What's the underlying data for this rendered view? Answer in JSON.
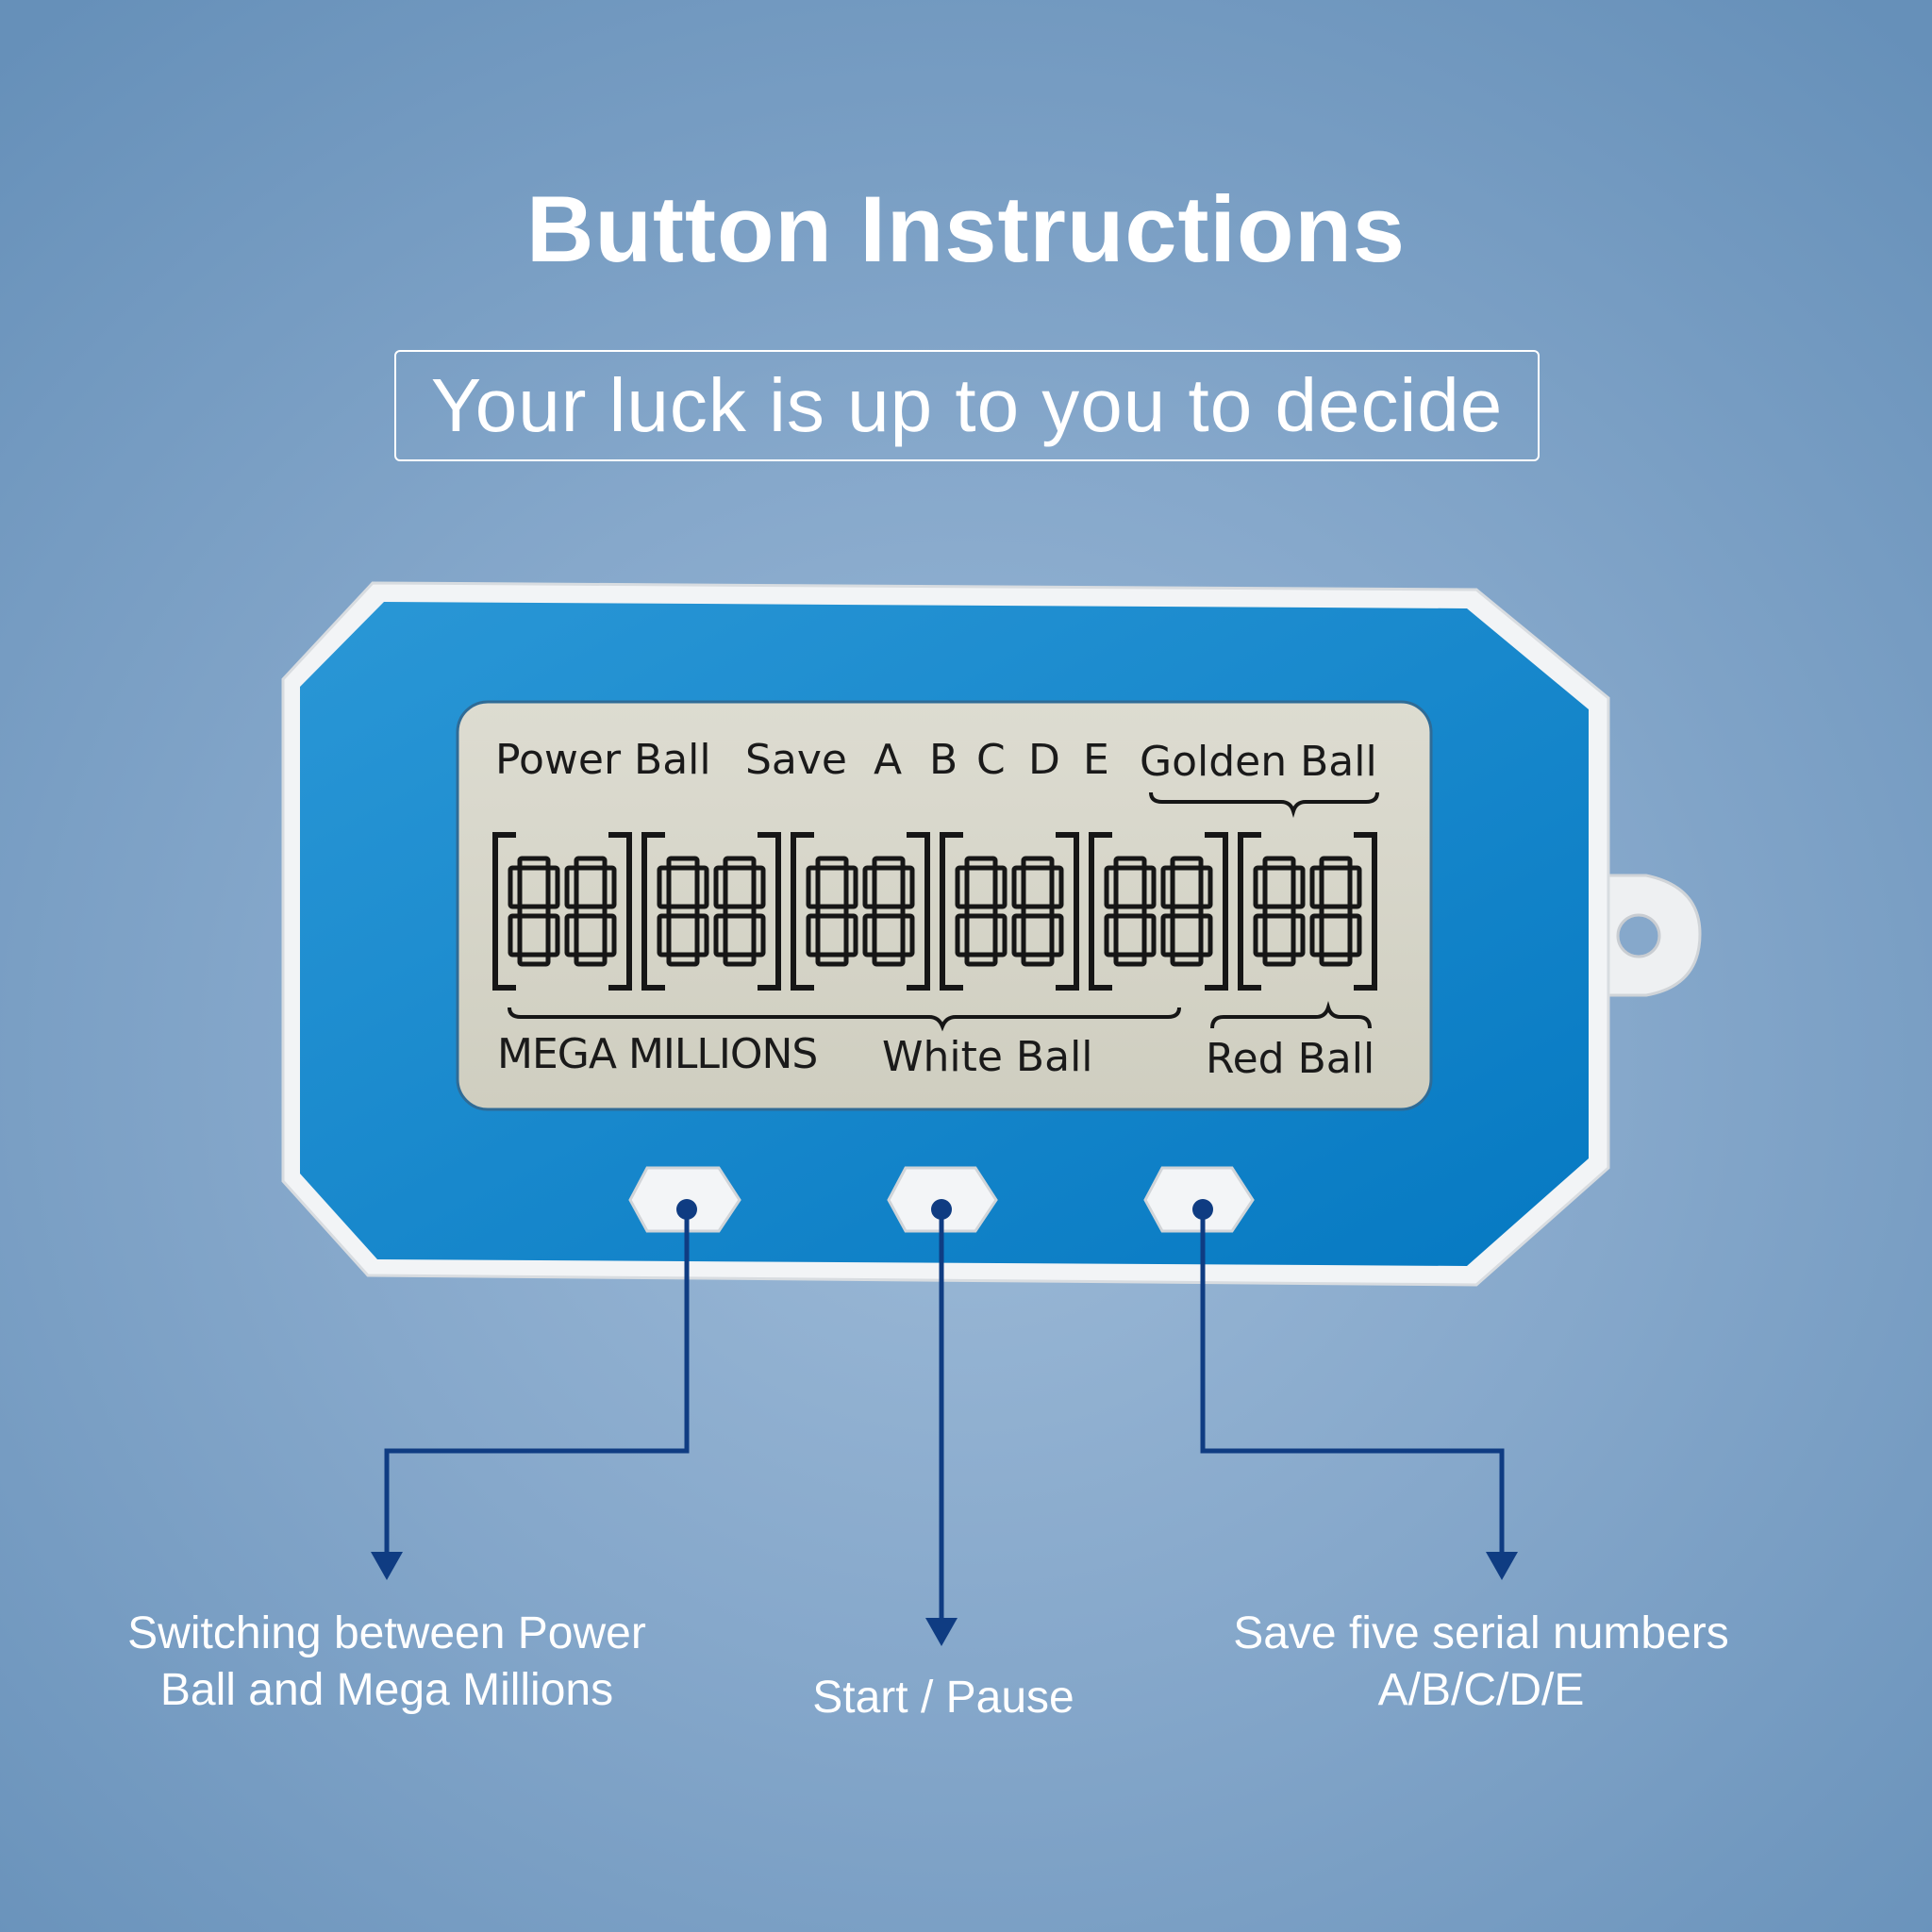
{
  "title": "Button Instructions",
  "subtitle": "Your luck is up to you to decide",
  "lcd": {
    "power_ball": "Power Ball",
    "save": "Save",
    "slots": [
      "A",
      "B",
      "C",
      "D",
      "E"
    ],
    "golden_ball": "Golden Ball",
    "mega_millions": "MEGA MILLIONS",
    "white_ball": "White Ball",
    "red_ball": "Red Ball",
    "digit_pairs": [
      "88",
      "88",
      "88",
      "88",
      "88",
      "88"
    ]
  },
  "buttons": [
    {
      "caption_line1": "Switching between Power",
      "caption_line2": "Ball and Mega Millions"
    },
    {
      "caption_line1": "Start / Pause"
    },
    {
      "caption_line1": "Save five serial numbers",
      "caption_line2": "A/B/C/D/E"
    }
  ],
  "colors": {
    "device_body": "#0f86cc",
    "device_frame": "#f2f4f6",
    "lcd_background": "#d9d8cb",
    "lcd_segments": "#161616",
    "leader_lines": "#0f3c82"
  }
}
